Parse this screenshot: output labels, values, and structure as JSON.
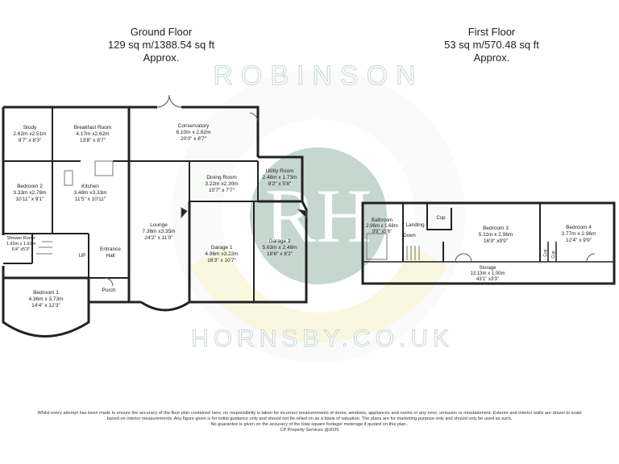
{
  "ground_floor": {
    "title": "Ground Floor",
    "area": "129 sq m/1388.54 sq ft",
    "approx": "Approx.",
    "rooms": [
      {
        "id": "study",
        "name": "Study",
        "size_m": "2.62m x2.51m",
        "size_ft": "8'7\" x 8'3\""
      },
      {
        "id": "breakfast",
        "name": "Breakfast Room",
        "size_m": "4.17m x2.62m",
        "size_ft": "13'8\" x 8'7\""
      },
      {
        "id": "conservatory",
        "name": "Conservatory",
        "size_m": "6.10m x 2.62m",
        "size_ft": "20'0\" x 8'7\""
      },
      {
        "id": "bedroom2",
        "name": "Bedroom 2",
        "size_m": "3.33m x2.78m",
        "size_ft": "10'11\" x 9'1\""
      },
      {
        "id": "kitchen",
        "name": "Kitchen",
        "size_m": "3.48m x3.33m",
        "size_ft": "11'5\" x 10'11\""
      },
      {
        "id": "dining",
        "name": "Dining Room",
        "size_m": "3.22m x2.30m",
        "size_ft": "10'7\" x 7'7\""
      },
      {
        "id": "utility",
        "name": "Utility Room",
        "size_m": "2.48m x 1.73m",
        "size_ft": "8'2\" x 5'8\""
      },
      {
        "id": "lounge",
        "name": "Lounge",
        "size_m": "7.36m x3.35m",
        "size_ft": "24'2\" x 11'0\""
      },
      {
        "id": "garage1",
        "name": "Garage 1",
        "size_m": "4.96m x3.22m",
        "size_ft": "16'3\" x 10'7\""
      },
      {
        "id": "garage2",
        "name": "Garage 2",
        "size_m": "5.63m x 2.48m",
        "size_ft": "18'6\" x 8'2\""
      },
      {
        "id": "shower",
        "name": "Shower Room",
        "size_m": "1.92m x 1.61m",
        "size_ft": "6'4\" x5'3\""
      },
      {
        "id": "bedroom1",
        "name": "Bedroom 1",
        "size_m": "4.36m x 3.73m",
        "size_ft": "14'4\" x 12'3\""
      }
    ],
    "labels": {
      "entrance": "Entrance",
      "hall": "Hall",
      "porch": "Porch",
      "up": "UP"
    }
  },
  "first_floor": {
    "title": "First Floor",
    "area": "53 sq m/570.48 sq ft",
    "approx": "Approx.",
    "rooms": [
      {
        "id": "bathroom",
        "name": "Bathroom",
        "size_m": "2.96m x 1.68m",
        "size_ft": "9'9\" x5'6\""
      },
      {
        "id": "bedroom3",
        "name": "Bedroom 3",
        "size_m": "5.11m x 2.96m",
        "size_ft": "16'9\" x9'9\""
      },
      {
        "id": "bedroom4",
        "name": "Bedroom 4",
        "size_m": "3.77m x 2.96m",
        "size_ft": "12'4\" x 9'9\""
      },
      {
        "id": "storage",
        "name": "Storage",
        "size_m": "13.13m x 1.00m",
        "size_ft": "43'1\" x3'3\""
      }
    ],
    "labels": {
      "landing": "Landing",
      "down": "Down",
      "cup": "Cup"
    }
  },
  "watermark": {
    "text_top": "ROBINSON",
    "text_bottom": "HORNSBY.CO.UK",
    "monogram": "RH"
  },
  "disclaimer": {
    "line1": "Whilst every attempt has been made to ensure the accuracy of the floor plan contained here, no responsibility is taken for incorrect measurements of doors, windows, appliances and rooms or any error, omission or misstatement. Exterior and interior walls are drawn to scale",
    "line2": "based on interior measurements. Any figure given is for initial guidance only and should not be relied on as a basis of valuation. The plans are for marketing purpose only and should only be used as such.",
    "line3": "No guarantee is given on the accuracy of the total square footage/ meterage if quoted on this plan..",
    "line4": "CP Property Services @2025"
  },
  "colors": {
    "wall": "#222222",
    "watermark_green": "#6fa08a",
    "watermark_yellow": "#f2e8b0"
  }
}
